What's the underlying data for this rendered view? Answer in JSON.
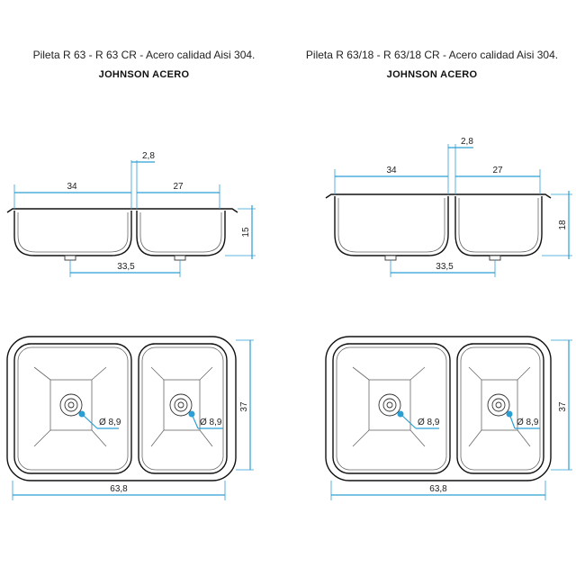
{
  "panels": [
    {
      "title": "Pileta R 63 - R 63 CR - Acero calidad Aisi 304.",
      "brand": "JOHNSON ACERO",
      "dims": {
        "left_bowl_width": "34",
        "gap": "2,8",
        "right_bowl_width": "27",
        "depth": "15",
        "drain_spacing": "33,5",
        "width": "37",
        "length": "63,8",
        "drain_left": "Ø 8,9",
        "drain_right": "Ø 8,9"
      }
    },
    {
      "title": "Pileta R 63/18 - R 63/18 CR - Acero calidad Aisi 304.",
      "brand": "JOHNSON ACERO",
      "dims": {
        "left_bowl_width": "34",
        "gap": "2,8",
        "right_bowl_width": "27",
        "depth": "18",
        "drain_spacing": "33,5",
        "width": "37",
        "length": "63,8",
        "drain_left": "Ø 8,9",
        "drain_right": "Ø 8,9"
      }
    }
  ],
  "colors": {
    "dimension": "#2c9fd3",
    "outline": "#111111"
  }
}
